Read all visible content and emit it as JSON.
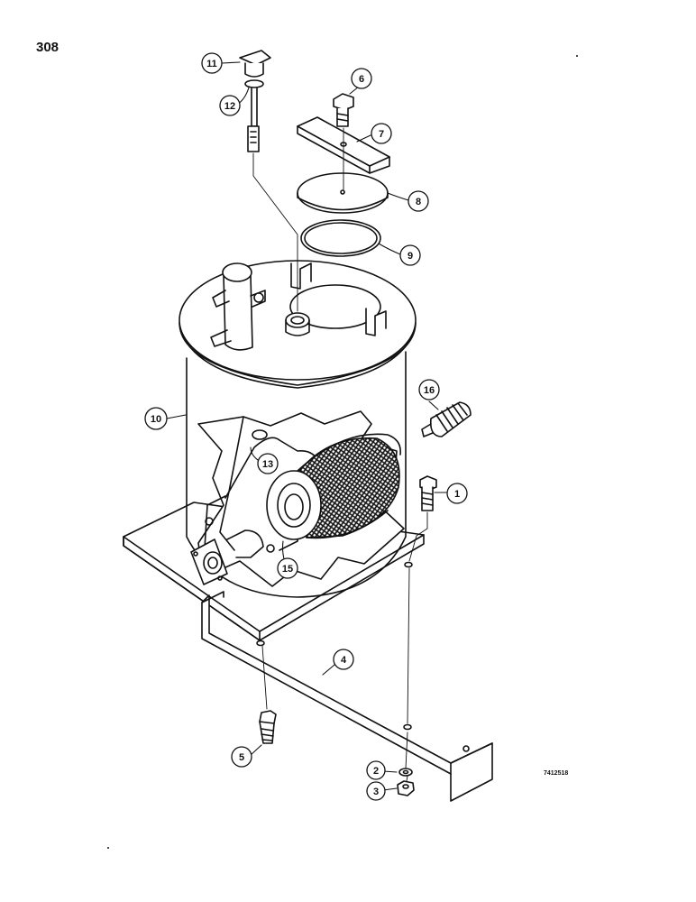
{
  "page_number": "308",
  "drawing_code": "7412518",
  "callouts": {
    "c1": "1",
    "c2": "2",
    "c3": "3",
    "c4": "4",
    "c5": "5",
    "c6": "6",
    "c7": "7",
    "c8": "8",
    "c9": "9",
    "c10": "10",
    "c11": "11",
    "c12": "12",
    "c13": "13",
    "c15": "15",
    "c16": "16"
  }
}
